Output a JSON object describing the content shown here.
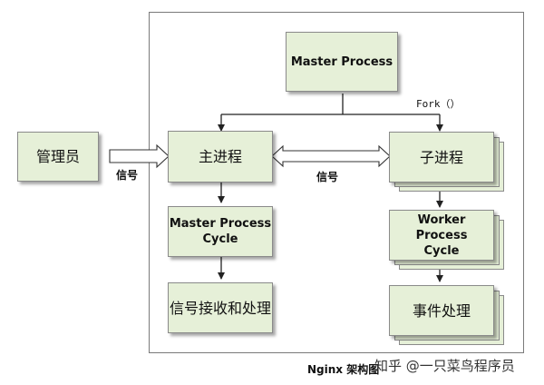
{
  "nodes": {
    "admin": "管理员",
    "master_process": "Master Process",
    "main_process": "主进程",
    "child_process": "子进程",
    "master_cycle_line1": "Master Process",
    "master_cycle_line2": "Cycle",
    "worker_cycle_line1": "Worker Process",
    "worker_cycle_line2": "Cycle",
    "signal_handling": "信号接收和处理",
    "event_handling": "事件处理"
  },
  "edges": {
    "fork_label": "Fork（）",
    "signal_left": "信号",
    "signal_mid": "信号"
  },
  "caption": "Nginx 架构图",
  "watermark": "知乎 @一只菜鸟程序员",
  "colors": {
    "box_fill": "#e6f0d8",
    "box_border": "#8a8a8a",
    "frame_border": "#7a7a7a",
    "arrow": "#222222"
  }
}
